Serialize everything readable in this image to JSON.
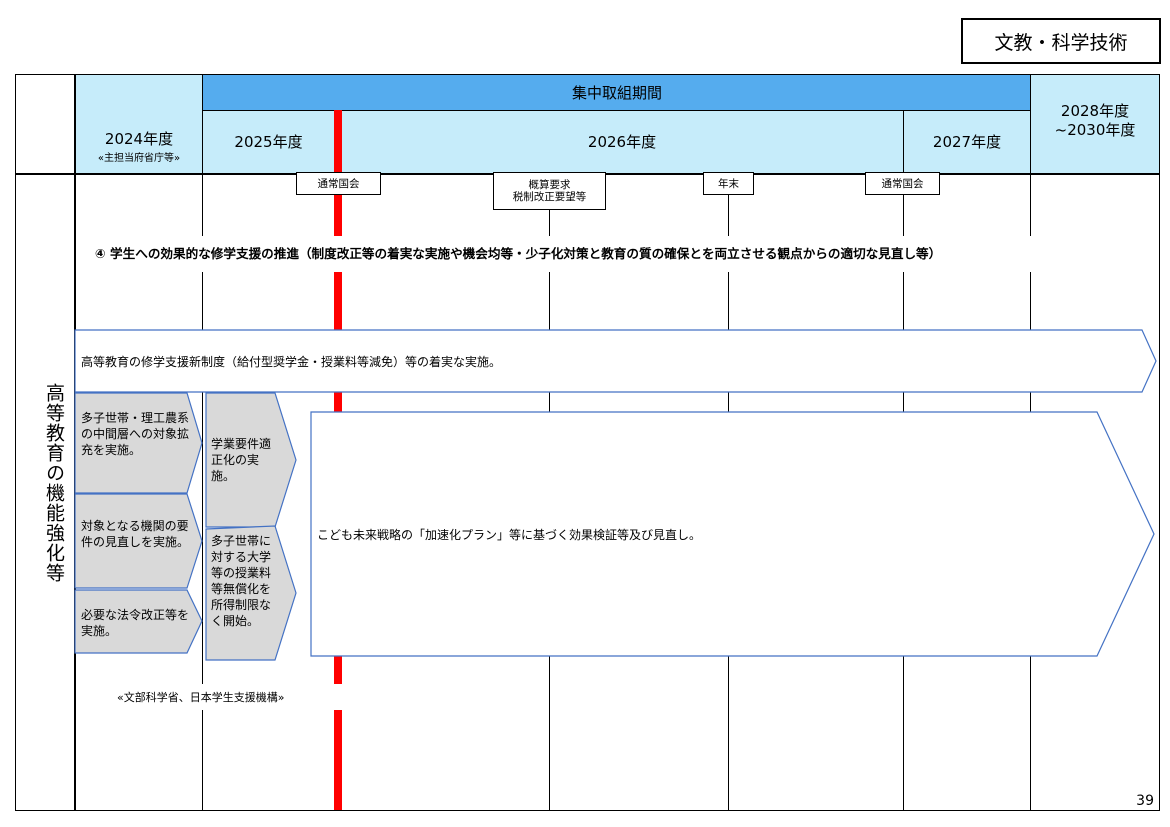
{
  "category": "文教・科学技術",
  "header": {
    "focus_period": "集中取組期間",
    "fy2024": "2024年度",
    "fy2024_sub": "«主担当府省庁等»",
    "fy2025": "2025年度",
    "fy2026": "2026年度",
    "fy2027": "2027年度",
    "fy2028_line1": "2028年度",
    "fy2028_line2": "~2030年度"
  },
  "events": {
    "diet1": "通常国会",
    "budget_line1": "概算要求",
    "budget_line2": "税制改正要望等",
    "year_end": "年末",
    "diet2": "通常国会"
  },
  "row_title": "高等教育の機能強化等",
  "heading": "④ 学生への効果的な修学支援の推進（制度改正等の着実な実施や機会均等・少子化対策と教育の質の確保とを両立させる観点からの適切な見直し等）",
  "arrows": {
    "main": "高等教育の修学支援新制度（給付型奨学金・授業料等減免）等の着実な実施。",
    "multi_child": "多子世帯・理工農系の中間層への対象拡充を実施。",
    "requirements": "対象となる機関の要件の見直しを実施。",
    "law": "必要な法令改正等を実施。",
    "academic": "学業要件適正化の実施。",
    "free_tuition": "多子世帯に対する大学等の授業料等無償化を所得制限なく開始。",
    "future": "こども未来戦略の「加速化プラン」等に基づく効果検証等及び見直し。"
  },
  "ministry": "«文部科学省、日本学生支援機構»",
  "page_number": "39"
}
